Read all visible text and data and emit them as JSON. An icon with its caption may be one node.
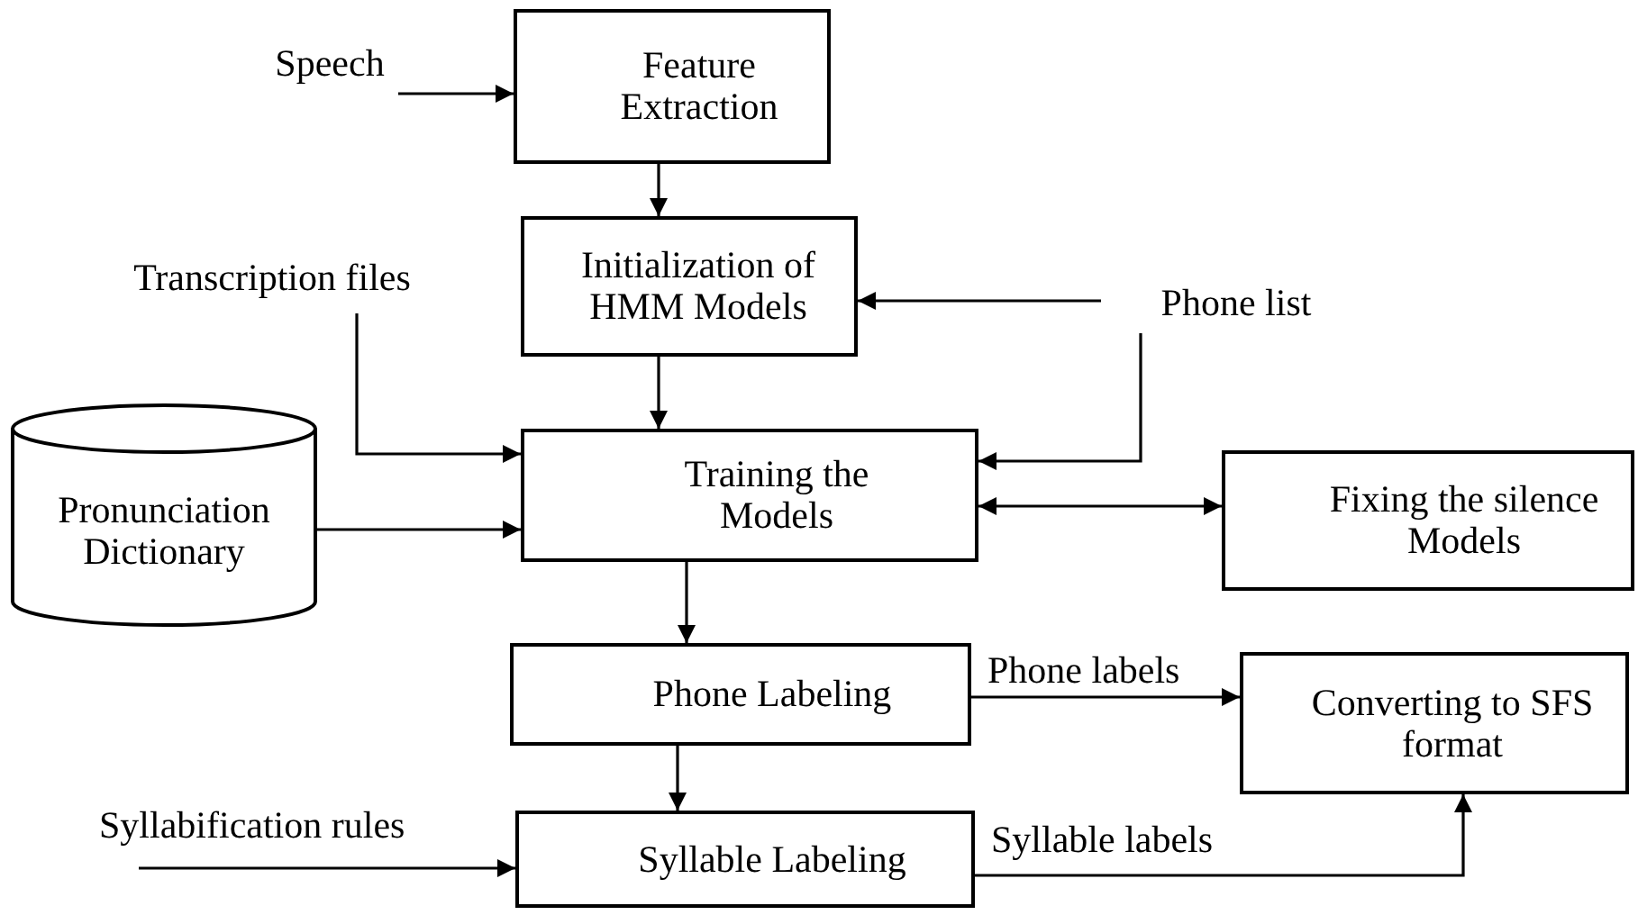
{
  "diagram": {
    "nodes": [
      {
        "text": [
          "Speech"
        ]
      },
      {
        "text": [
          "Feature Extraction"
        ]
      },
      {
        "text": [
          "Initialization of HMM Models"
        ]
      },
      {
        "text": [
          "Transcription files"
        ]
      },
      {
        "text": [
          "Phone list"
        ]
      },
      {
        "text": [
          "Pronunciation Dictionary"
        ]
      },
      {
        "text": [
          "Training the Models"
        ]
      },
      {
        "text": [
          "Fixing the silence Models"
        ]
      },
      {
        "text": [
          "Phone Labeling"
        ]
      },
      {
        "text": [
          "Converting to SFS format"
        ]
      },
      {
        "text": [
          "Syllable Labeling"
        ]
      }
    ],
    "edges": [
      {
        "from": 0,
        "to": 1,
        "arrow": "to"
      },
      {
        "from": 1,
        "to": 2,
        "arrow": "to"
      },
      {
        "from": 2,
        "to": 6,
        "arrow": "to"
      },
      {
        "from": 3,
        "to": 6,
        "arrow": "to"
      },
      {
        "from": 4,
        "to": 2,
        "arrow": "to"
      },
      {
        "from": 4,
        "to": 6,
        "arrow": "to"
      },
      {
        "from": 5,
        "to": 6,
        "arrow": "to"
      },
      {
        "from": 6,
        "to": 7,
        "arrow": "both"
      },
      {
        "from": 6,
        "to": 8,
        "arrow": "to"
      },
      {
        "from": 8,
        "to": 9,
        "arrow": "to",
        "label": "Phone labels"
      },
      {
        "from": 8,
        "to": 10,
        "arrow": "to"
      },
      {
        "from": 10,
        "to": 9,
        "arrow": "to",
        "label": "Syllable labels"
      },
      {
        "from": null,
        "to": 10,
        "arrow": "to",
        "label": "Syllabification rules"
      }
    ]
  }
}
